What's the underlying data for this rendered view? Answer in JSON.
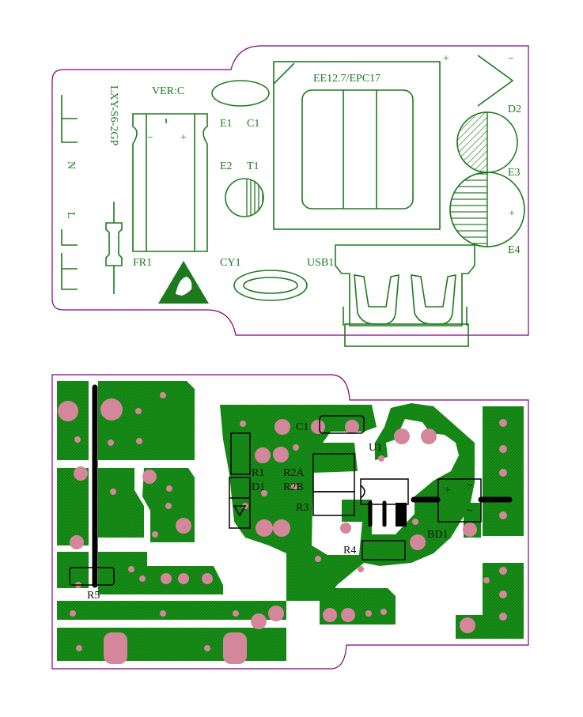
{
  "silkscreen": {
    "board_name": "LXY-S6-2GP",
    "version": "VER:C",
    "transformer": "EE12.7/EPC17",
    "label_n": "N",
    "label_l": "L",
    "fr1": "FR1",
    "e1": "E1",
    "c1": "C1",
    "e2": "E2",
    "t1": "T1",
    "cy1": "CY1",
    "usb1": "USB1",
    "d2": "D2",
    "e3": "E3",
    "e4": "E4",
    "minus": "−",
    "plus": "+"
  },
  "copper": {
    "c1": "C1",
    "u1": "U1",
    "r1": "R1",
    "d1": "D1",
    "r2a": "R2A",
    "r2b": "R2B",
    "r3": "R3",
    "bd1": "BD1",
    "r4": "R4",
    "r5": "R5",
    "tilde": "~"
  },
  "colors": {
    "outline": "#800080",
    "silk": "#1e7a1e",
    "copper": "#138013",
    "pad": "#d4879a"
  }
}
